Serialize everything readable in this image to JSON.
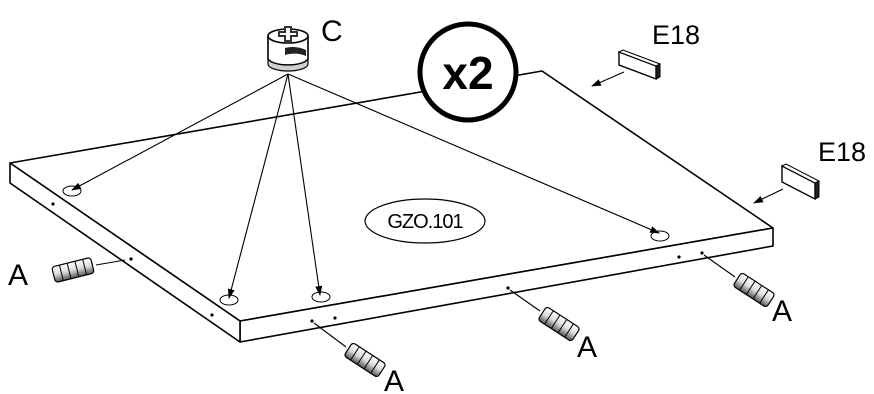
{
  "panel": {
    "code": "GZO.101"
  },
  "quantity": {
    "label": "x2"
  },
  "parts": {
    "cam_lock": "C",
    "edge_strip_top": "E18",
    "edge_strip_right": "E18",
    "dowel_left": "A",
    "dowel_front_left": "A",
    "dowel_front_mid": "A",
    "dowel_right": "A"
  }
}
